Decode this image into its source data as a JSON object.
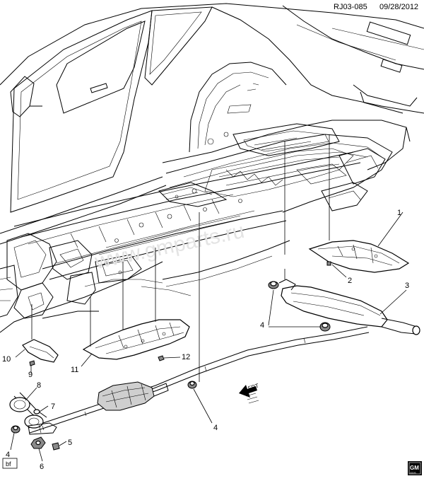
{
  "header": {
    "code": "RJ03-085",
    "date": "09/28/2012"
  },
  "callouts": [
    {
      "id": "c1",
      "label": "1"
    },
    {
      "id": "c2",
      "label": "2"
    },
    {
      "id": "c3",
      "label": "3"
    },
    {
      "id": "c4a",
      "label": "4"
    },
    {
      "id": "c4b",
      "label": "4"
    },
    {
      "id": "c4c",
      "label": "4"
    },
    {
      "id": "c5",
      "label": "5"
    },
    {
      "id": "c6",
      "label": "6"
    },
    {
      "id": "c7",
      "label": "7"
    },
    {
      "id": "c8",
      "label": "8"
    },
    {
      "id": "c9",
      "label": "9"
    },
    {
      "id": "c10",
      "label": "10"
    },
    {
      "id": "c11",
      "label": "11"
    },
    {
      "id": "c12",
      "label": "12"
    }
  ],
  "front_arrow": {
    "label": "FRT"
  },
  "view_tag": {
    "label": "bf"
  },
  "logo": {
    "text": "GM",
    "subtext": "GDS"
  },
  "watermark": {
    "text": "www.gmparts.ru"
  },
  "icons": [
    "front-arrow-icon",
    "gm-logo-icon"
  ],
  "colors": {
    "line": "#000000",
    "background": "#ffffff",
    "shade": "#cfcfcf"
  }
}
